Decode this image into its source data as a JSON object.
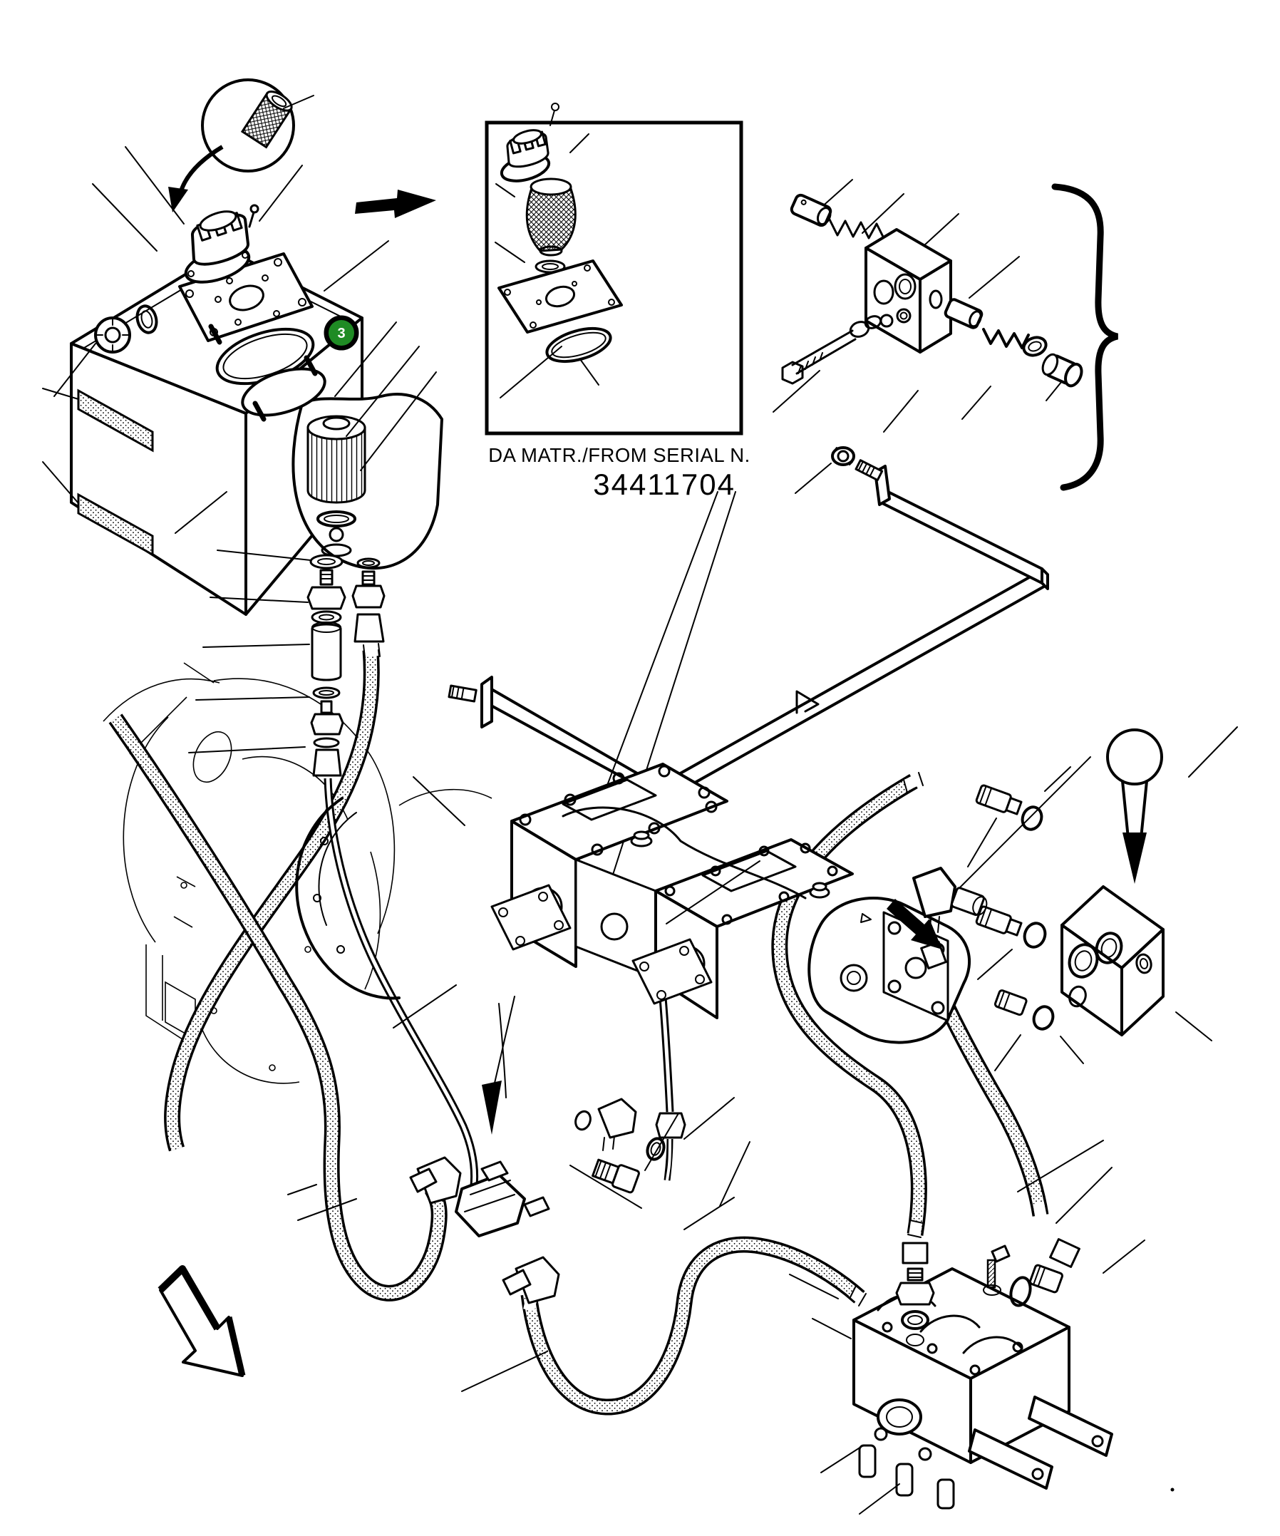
{
  "document": {
    "kind": "exploded-parts-diagram",
    "background": "#ffffff",
    "ink": "#000000"
  },
  "inset_note": {
    "line1": "DA MATR./FROM SERIAL N.",
    "line2": "34411704"
  },
  "part_marker": {
    "number": "3",
    "fill": "#1f8b24",
    "ring_color": "#000000",
    "number_color": "#ffffff"
  },
  "icons": {
    "detail_balloon": "magnified-detail-balloon",
    "curved_arrow": "curved-pointer-arrow",
    "right_arrow": "solid-right-arrow",
    "down_callout": "balloon-down-arrow-callout",
    "small_solid_arrows": "solid-pointer-arrowhead",
    "outline_arrow": "3d-outline-arrow-se",
    "curly_brace": "parts-group-brace"
  }
}
